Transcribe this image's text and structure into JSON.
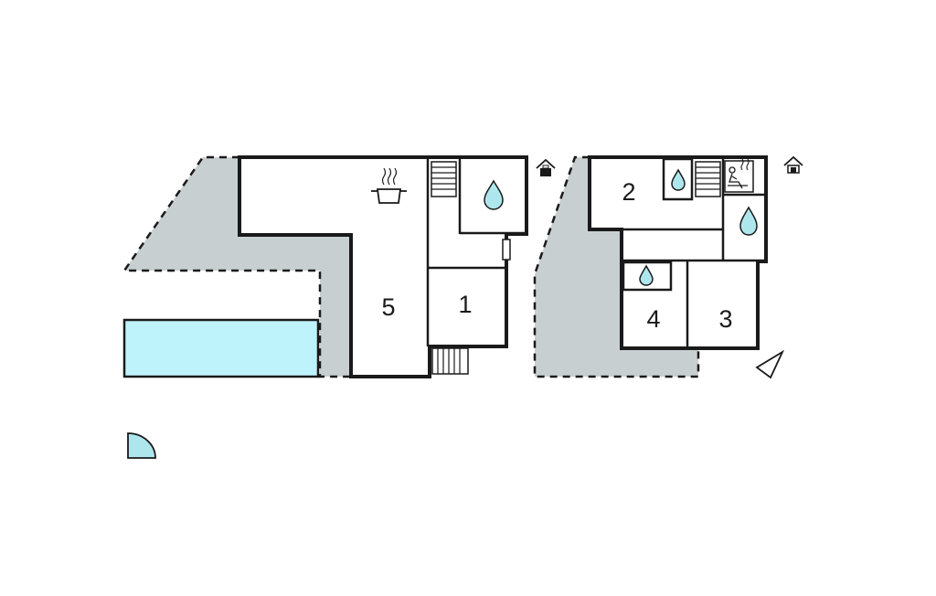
{
  "rooms": {
    "r1": "1",
    "r2": "2",
    "r3": "3",
    "r4": "4",
    "r5": "5"
  },
  "colors": {
    "wall": "#1a1a1a",
    "terrace": "#c8cfd1",
    "pool": "#bff3fb",
    "water_drop": "#aee6ee",
    "background": "#ffffff"
  },
  "icons": [
    "kitchen-pot-icon",
    "water-drop-icon",
    "sauna-icon",
    "entrance-icon",
    "stairs-icon",
    "north-arrow-icon",
    "door-swing-icon",
    "window-icon"
  ]
}
